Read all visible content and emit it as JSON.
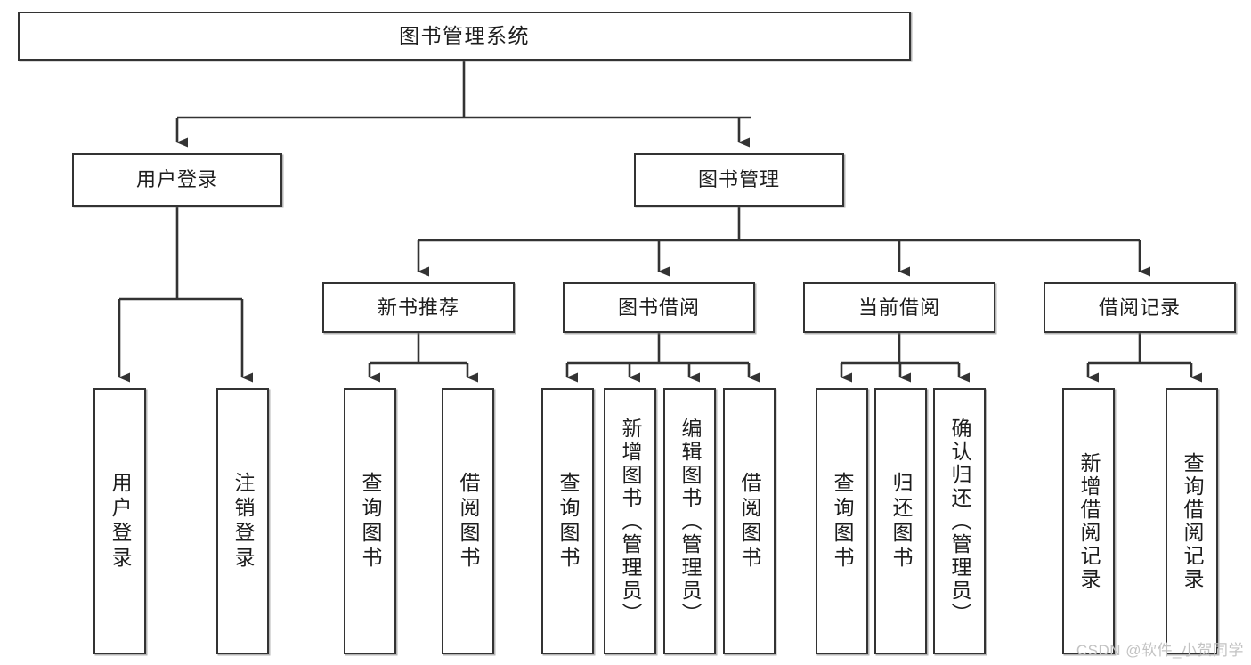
{
  "diagram": {
    "type": "tree",
    "title": "图书管理系统",
    "orientation": "top-down",
    "line_color": "#333333",
    "box_fill": "#ffffff",
    "box_border": "#333333",
    "text_color": "#1d1d1d"
  },
  "root": {
    "label": "图书管理系统"
  },
  "level1": [
    {
      "label": "用户登录"
    },
    {
      "label": "图书管理"
    }
  ],
  "level2": [
    {
      "label": "新书推荐"
    },
    {
      "label": "图书借阅"
    },
    {
      "label": "当前借阅"
    },
    {
      "label": "借阅记录"
    }
  ],
  "leaves": {
    "user_login": [
      {
        "label": "用户登录"
      },
      {
        "label": "注销登录"
      }
    ],
    "new_book": [
      {
        "label": "查询图书"
      },
      {
        "label": "借阅图书"
      }
    ],
    "borrow_book": [
      {
        "label": "查询图书"
      },
      {
        "label": "新增图书（管理员）"
      },
      {
        "label": "编辑图书（管理员）"
      },
      {
        "label": "借阅图书"
      }
    ],
    "current_borrow": [
      {
        "label": "查询图书"
      },
      {
        "label": "归还图书"
      },
      {
        "label": "确认归还（管理员）"
      }
    ],
    "borrow_record": [
      {
        "label": "新增借阅记录"
      },
      {
        "label": "查询借阅记录"
      }
    ]
  },
  "watermark": {
    "text": "CSDN @软件_小贺同学"
  }
}
